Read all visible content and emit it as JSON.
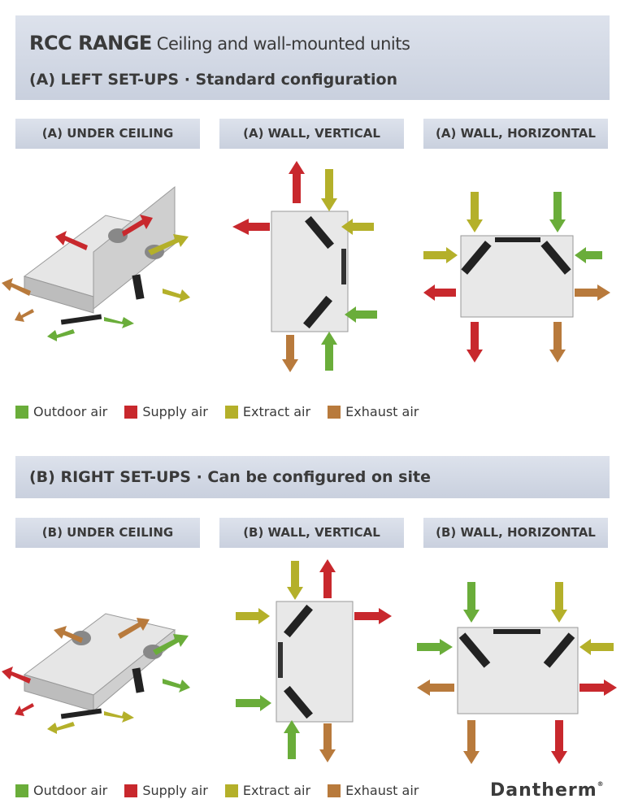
{
  "header": {
    "brand": "RCC RANGE",
    "subtitle": "Ceiling and wall-mounted units",
    "section_a": "(A) LEFT SET-UPS · Standard configuration",
    "section_b": "(B) RIGHT SET-UPS · Can be configured on site"
  },
  "panels_a": [
    "(A) UNDER CEILING",
    "(A) WALL, VERTICAL",
    "(A) WALL, HORIZONTAL"
  ],
  "panels_b": [
    "(B) UNDER CEILING",
    "(B) WALL, VERTICAL",
    "(B) WALL, HORIZONTAL"
  ],
  "legend": {
    "outdoor": "Outdoor air",
    "supply": "Supply air",
    "extract": "Extract air",
    "exhaust": "Exhaust air"
  },
  "colors": {
    "outdoor": "#6aad3a",
    "supply": "#c8282d",
    "extract": "#b4b02a",
    "exhaust": "#b87a3c"
  },
  "logo": "Dantherm"
}
